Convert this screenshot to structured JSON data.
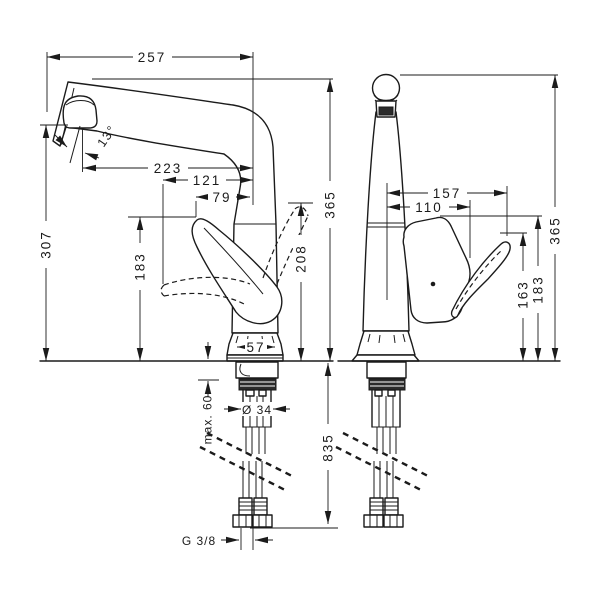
{
  "drawing": {
    "product": "single-lever kitchen faucet dimensional drawing",
    "units": "mm",
    "dims": {
      "front": {
        "spout_reach": "257",
        "spray_angle": "13°",
        "outlet_projection": "223",
        "handle_projection": "121",
        "handle_tip_projection": "79",
        "outlet_height": "307",
        "total_height": "365",
        "handle_raised_height": "208",
        "handle_height": "183",
        "base_width": "57",
        "max_mount_thickness": "max. 60",
        "shank_diameter": "Ø 34",
        "supply_hose_length": "835",
        "connection_thread": "G 3/8"
      },
      "side": {
        "handle_max_reach": "157",
        "handle_reach": "110",
        "total_height": "365",
        "handle_pivot_height": "163",
        "handle_height": "183"
      }
    }
  }
}
